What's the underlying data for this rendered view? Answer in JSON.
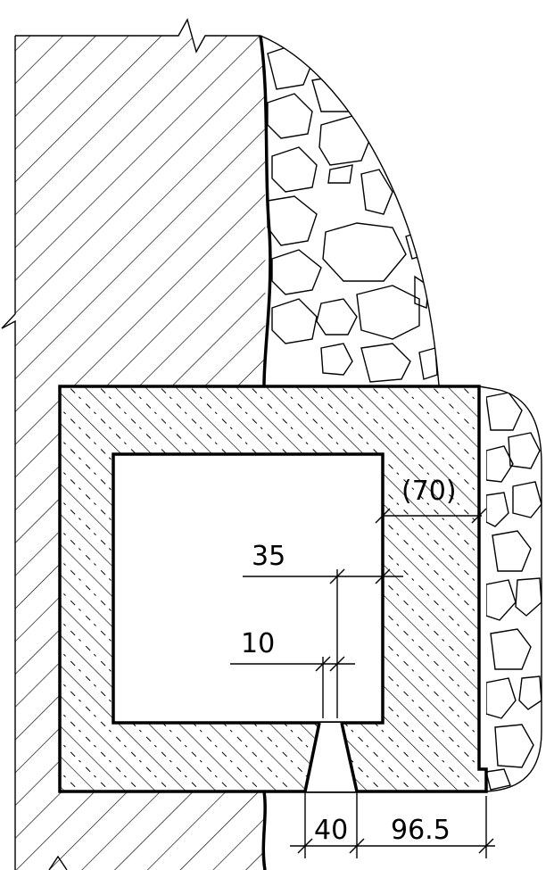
{
  "diagram": {
    "type": "cross-section detail",
    "dimensions": {
      "cover": "(70)",
      "inner_offset": "35",
      "small_offset": "10",
      "slot_width": "40",
      "edge_distance": "96.5"
    }
  }
}
